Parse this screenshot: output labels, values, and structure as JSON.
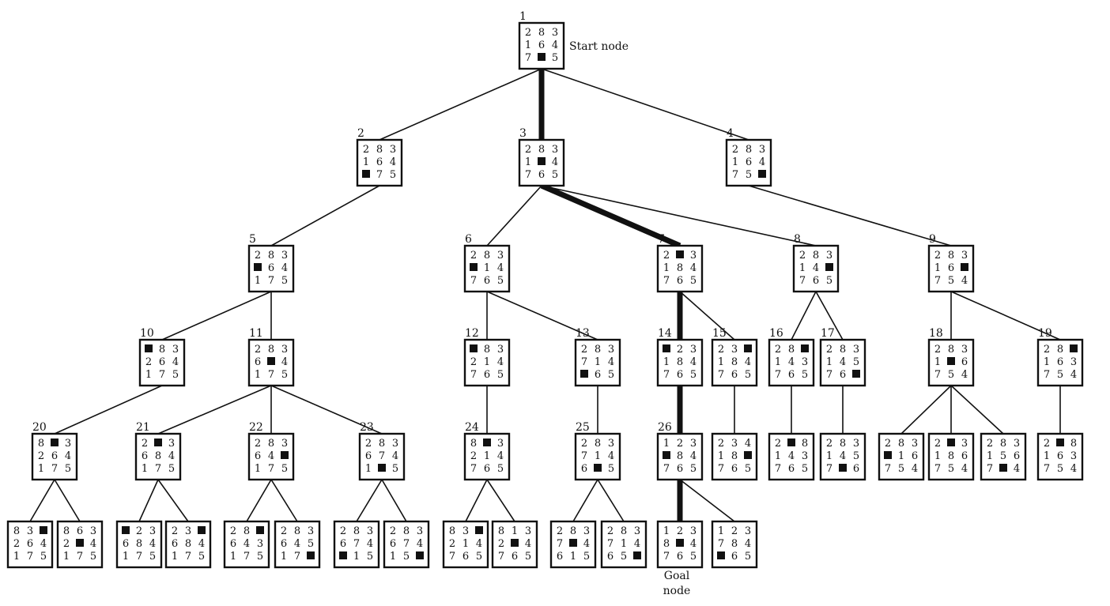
{
  "labels": {
    "start": "Start node",
    "goal_line1": "Goal",
    "goal_line2": "node"
  },
  "nodes": [
    {
      "id": "n1",
      "num": "1",
      "cells": [
        "2",
        "8",
        "3",
        "1",
        "6",
        "4",
        "7",
        "_",
        "5"
      ],
      "parent": null,
      "bold": false
    },
    {
      "id": "n2",
      "num": "2",
      "cells": [
        "2",
        "8",
        "3",
        "1",
        "6",
        "4",
        "_",
        "7",
        "5"
      ],
      "parent": "n1",
      "bold": false
    },
    {
      "id": "n3",
      "num": "3",
      "cells": [
        "2",
        "8",
        "3",
        "1",
        "_",
        "4",
        "7",
        "6",
        "5"
      ],
      "parent": "n1",
      "bold": true
    },
    {
      "id": "n4",
      "num": "4",
      "cells": [
        "2",
        "8",
        "3",
        "1",
        "6",
        "4",
        "7",
        "5",
        "_"
      ],
      "parent": "n1",
      "bold": false
    },
    {
      "id": "n5",
      "num": "5",
      "cells": [
        "2",
        "8",
        "3",
        "_",
        "6",
        "4",
        "1",
        "7",
        "5"
      ],
      "parent": "n2",
      "bold": false
    },
    {
      "id": "n6",
      "num": "6",
      "cells": [
        "2",
        "8",
        "3",
        "_",
        "1",
        "4",
        "7",
        "6",
        "5"
      ],
      "parent": "n3",
      "bold": false
    },
    {
      "id": "n7",
      "num": "7",
      "cells": [
        "2",
        "_",
        "3",
        "1",
        "8",
        "4",
        "7",
        "6",
        "5"
      ],
      "parent": "n3",
      "bold": true
    },
    {
      "id": "n8",
      "num": "8",
      "cells": [
        "2",
        "8",
        "3",
        "1",
        "4",
        "_",
        "7",
        "6",
        "5"
      ],
      "parent": "n3",
      "bold": false
    },
    {
      "id": "n9",
      "num": "9",
      "cells": [
        "2",
        "8",
        "3",
        "1",
        "6",
        "_",
        "7",
        "5",
        "4"
      ],
      "parent": "n4",
      "bold": false
    },
    {
      "id": "n10",
      "num": "10",
      "cells": [
        "_",
        "8",
        "3",
        "2",
        "6",
        "4",
        "1",
        "7",
        "5"
      ],
      "parent": "n5",
      "bold": false
    },
    {
      "id": "n11",
      "num": "11",
      "cells": [
        "2",
        "8",
        "3",
        "6",
        "_",
        "4",
        "1",
        "7",
        "5"
      ],
      "parent": "n5",
      "bold": false
    },
    {
      "id": "n12",
      "num": "12",
      "cells": [
        "_",
        "8",
        "3",
        "2",
        "1",
        "4",
        "7",
        "6",
        "5"
      ],
      "parent": "n6",
      "bold": false
    },
    {
      "id": "n13",
      "num": "13",
      "cells": [
        "2",
        "8",
        "3",
        "7",
        "1",
        "4",
        "_",
        "6",
        "5"
      ],
      "parent": "n6",
      "bold": false
    },
    {
      "id": "n14",
      "num": "14",
      "cells": [
        "_",
        "2",
        "3",
        "1",
        "8",
        "4",
        "7",
        "6",
        "5"
      ],
      "parent": "n7",
      "bold": true
    },
    {
      "id": "n15",
      "num": "15",
      "cells": [
        "2",
        "3",
        "_",
        "1",
        "8",
        "4",
        "7",
        "6",
        "5"
      ],
      "parent": "n7",
      "bold": false
    },
    {
      "id": "n16",
      "num": "16",
      "cells": [
        "2",
        "8",
        "_",
        "1",
        "4",
        "3",
        "7",
        "6",
        "5"
      ],
      "parent": "n8",
      "bold": false
    },
    {
      "id": "n17",
      "num": "17",
      "cells": [
        "2",
        "8",
        "3",
        "1",
        "4",
        "5",
        "7",
        "6",
        "_"
      ],
      "parent": "n8",
      "bold": false
    },
    {
      "id": "n18",
      "num": "18",
      "cells": [
        "2",
        "8",
        "3",
        "1",
        "_",
        "6",
        "7",
        "5",
        "4"
      ],
      "parent": "n9",
      "bold": false
    },
    {
      "id": "n19",
      "num": "19",
      "cells": [
        "2",
        "8",
        "_",
        "1",
        "6",
        "3",
        "7",
        "5",
        "4"
      ],
      "parent": "n9",
      "bold": false
    },
    {
      "id": "n20",
      "num": "20",
      "cells": [
        "8",
        "_",
        "3",
        "2",
        "6",
        "4",
        "1",
        "7",
        "5"
      ],
      "parent": "n10",
      "bold": false
    },
    {
      "id": "n21",
      "num": "21",
      "cells": [
        "2",
        "_",
        "3",
        "6",
        "8",
        "4",
        "1",
        "7",
        "5"
      ],
      "parent": "n11",
      "bold": false
    },
    {
      "id": "n22",
      "num": "22",
      "cells": [
        "2",
        "8",
        "3",
        "6",
        "4",
        "_",
        "1",
        "7",
        "5"
      ],
      "parent": "n11",
      "bold": false
    },
    {
      "id": "n23",
      "num": "23",
      "cells": [
        "2",
        "8",
        "3",
        "6",
        "7",
        "4",
        "1",
        "_",
        "5"
      ],
      "parent": "n11",
      "bold": false
    },
    {
      "id": "n24",
      "num": "24",
      "cells": [
        "8",
        "_",
        "3",
        "2",
        "1",
        "4",
        "7",
        "6",
        "5"
      ],
      "parent": "n12",
      "bold": false
    },
    {
      "id": "n25",
      "num": "25",
      "cells": [
        "2",
        "8",
        "3",
        "7",
        "1",
        "4",
        "6",
        "_",
        "5"
      ],
      "parent": "n13",
      "bold": false
    },
    {
      "id": "n26",
      "num": "26",
      "cells": [
        "1",
        "2",
        "3",
        "_",
        "8",
        "4",
        "7",
        "6",
        "5"
      ],
      "parent": "n14",
      "bold": true
    },
    {
      "id": "n15c",
      "num": "",
      "cells": [
        "2",
        "3",
        "4",
        "1",
        "8",
        "_",
        "7",
        "6",
        "5"
      ],
      "parent": "n15",
      "bold": false
    },
    {
      "id": "n16c",
      "num": "",
      "cells": [
        "2",
        "_",
        "8",
        "1",
        "4",
        "3",
        "7",
        "6",
        "5"
      ],
      "parent": "n16",
      "bold": false
    },
    {
      "id": "n17c",
      "num": "",
      "cells": [
        "2",
        "8",
        "3",
        "1",
        "4",
        "5",
        "7",
        "_",
        "6"
      ],
      "parent": "n17",
      "bold": false
    },
    {
      "id": "n18a",
      "num": "",
      "cells": [
        "2",
        "8",
        "3",
        "_",
        "1",
        "6",
        "7",
        "5",
        "4"
      ],
      "parent": "n18",
      "bold": false
    },
    {
      "id": "n18b",
      "num": "",
      "cells": [
        "2",
        "_",
        "3",
        "1",
        "8",
        "6",
        "7",
        "5",
        "4"
      ],
      "parent": "n18",
      "bold": false
    },
    {
      "id": "n18c",
      "num": "",
      "cells": [
        "2",
        "8",
        "3",
        "1",
        "5",
        "6",
        "7",
        "_",
        "4"
      ],
      "parent": "n18",
      "bold": false
    },
    {
      "id": "n19c",
      "num": "",
      "cells": [
        "2",
        "_",
        "8",
        "1",
        "6",
        "3",
        "7",
        "5",
        "4"
      ],
      "parent": "n19",
      "bold": false
    },
    {
      "id": "n20a",
      "num": "",
      "cells": [
        "8",
        "3",
        "_",
        "2",
        "6",
        "4",
        "1",
        "7",
        "5"
      ],
      "parent": "n20",
      "bold": false
    },
    {
      "id": "n20b",
      "num": "",
      "cells": [
        "8",
        "6",
        "3",
        "2",
        "_",
        "4",
        "1",
        "7",
        "5"
      ],
      "parent": "n20",
      "bold": false
    },
    {
      "id": "n21a",
      "num": "",
      "cells": [
        "_",
        "2",
        "3",
        "6",
        "8",
        "4",
        "1",
        "7",
        "5"
      ],
      "parent": "n21",
      "bold": false
    },
    {
      "id": "n21b",
      "num": "",
      "cells": [
        "2",
        "3",
        "_",
        "6",
        "8",
        "4",
        "1",
        "7",
        "5"
      ],
      "parent": "n21",
      "bold": false
    },
    {
      "id": "n22a",
      "num": "",
      "cells": [
        "2",
        "8",
        "_",
        "6",
        "4",
        "3",
        "1",
        "7",
        "5"
      ],
      "parent": "n22",
      "bold": false
    },
    {
      "id": "n22b",
      "num": "",
      "cells": [
        "2",
        "8",
        "3",
        "6",
        "4",
        "5",
        "1",
        "7",
        "_"
      ],
      "parent": "n22",
      "bold": false
    },
    {
      "id": "n23a",
      "num": "",
      "cells": [
        "2",
        "8",
        "3",
        "6",
        "7",
        "4",
        "_",
        "1",
        "5"
      ],
      "parent": "n23",
      "bold": false
    },
    {
      "id": "n23b",
      "num": "",
      "cells": [
        "2",
        "8",
        "3",
        "6",
        "7",
        "4",
        "1",
        "5",
        "_"
      ],
      "parent": "n23",
      "bold": false
    },
    {
      "id": "n24a",
      "num": "",
      "cells": [
        "8",
        "3",
        "_",
        "2",
        "1",
        "4",
        "7",
        "6",
        "5"
      ],
      "parent": "n24",
      "bold": false
    },
    {
      "id": "n24b",
      "num": "",
      "cells": [
        "8",
        "1",
        "3",
        "2",
        "_",
        "4",
        "7",
        "6",
        "5"
      ],
      "parent": "n24",
      "bold": false
    },
    {
      "id": "n25a",
      "num": "",
      "cells": [
        "2",
        "8",
        "3",
        "7",
        "_",
        "4",
        "6",
        "1",
        "5"
      ],
      "parent": "n25",
      "bold": false
    },
    {
      "id": "n25b",
      "num": "",
      "cells": [
        "2",
        "8",
        "3",
        "7",
        "1",
        "4",
        "6",
        "5",
        "_"
      ],
      "parent": "n25",
      "bold": false
    },
    {
      "id": "n26a",
      "num": "",
      "cells": [
        "1",
        "2",
        "3",
        "8",
        "_",
        "4",
        "7",
        "6",
        "5"
      ],
      "parent": "n26",
      "bold": true
    },
    {
      "id": "n26b",
      "num": "",
      "cells": [
        "1",
        "2",
        "3",
        "7",
        "8",
        "4",
        "_",
        "6",
        "5"
      ],
      "parent": "n26",
      "bold": false
    }
  ]
}
